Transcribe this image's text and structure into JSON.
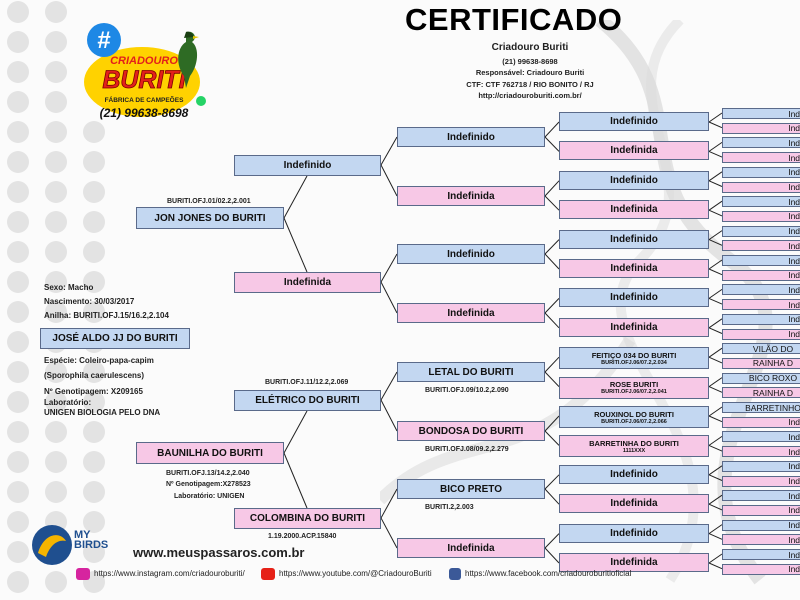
{
  "certificate": {
    "title": "CERTIFICADO"
  },
  "breeder": {
    "name": "Criadouro Buriti",
    "phone": "(21) 99638-8698",
    "responsible": "Responsável: Criadouro Buriti",
    "ctf": "CTF: CTF 762718 / RIO BONITO / RJ",
    "website": "http://criadouroburiti.com.br/"
  },
  "logo": {
    "hash": "#",
    "top": "CRIADOURO",
    "main": "BURITI",
    "tagline": "FÁBRICA DE CAMPEÕES",
    "phone": "(21) 99638-8698"
  },
  "bird": {
    "sex": "Sexo: Macho",
    "birth": "Nascimento: 30/03/2017",
    "ring": "Anilha: BURITI.OFJ.15/16.2,2.104",
    "name": "JOSÉ ALDO JJ DO BURITI",
    "species": "Espécie: Coleiro-papa-capim",
    "scientific": "(Sporophila caerulescens)",
    "genotyping": "Nº Genotipagem: X209165",
    "lab_label": "Laboratório:",
    "lab": "UNIGEN BIOLOGIA PELO DNA"
  },
  "tree": {
    "father": {
      "name": "JON JONES DO BURITI",
      "ring": "BURITI.OFJ.01/02.2,2.001"
    },
    "mother": {
      "name": "BAUNILHA DO BURITI",
      "ring": "BURITI.OFJ.13/14.2,2.040",
      "genotyping": "Nº Genotipagem:X278523",
      "lab": "Laboratório: UNIGEN"
    },
    "gen2": {
      "ff": "Indefinido",
      "fm": "Indefinida",
      "mf": {
        "name": "ELÉTRICO DO BURITI",
        "ring": "BURITI.OFJ.11/12.2,2.069"
      },
      "mm": {
        "name": "COLOMBINA DO BURITI",
        "ring": "1.19.2000.ACP.15840"
      }
    },
    "gen3": [
      {
        "name": "Indefinido",
        "ring": ""
      },
      {
        "name": "Indefinida",
        "ring": ""
      },
      {
        "name": "Indefinido",
        "ring": ""
      },
      {
        "name": "Indefinida",
        "ring": ""
      },
      {
        "name": "LETAL DO BURITI",
        "ring": "BURITI.OFJ.09/10.2,2.090"
      },
      {
        "name": "BONDOSA DO BURITI",
        "ring": "BURITI.OFJ.08/09.2,2.279"
      },
      {
        "name": "BICO PRETO",
        "ring": "BURITI.2,2.003"
      },
      {
        "name": "Indefinida",
        "ring": ""
      }
    ],
    "gen4": [
      {
        "name": "Indefinido",
        "ring": ""
      },
      {
        "name": "Indefinida",
        "ring": ""
      },
      {
        "name": "Indefinido",
        "ring": ""
      },
      {
        "name": "Indefinida",
        "ring": ""
      },
      {
        "name": "Indefinido",
        "ring": ""
      },
      {
        "name": "Indefinida",
        "ring": ""
      },
      {
        "name": "Indefinido",
        "ring": ""
      },
      {
        "name": "Indefinida",
        "ring": ""
      },
      {
        "name": "FEITIÇO 034 DO BURITI",
        "ring": "BURITI.OFJ.06/07.2,2.034"
      },
      {
        "name": "ROSE BURITI",
        "ring": "BURITI.OFJ.06/07.2,2.041"
      },
      {
        "name": "ROUXINOL DO BURITI",
        "ring": "BURITI.OFJ.06/07.2,2.066"
      },
      {
        "name": "BARRETINHA DO BURITI",
        "ring": "1111XXX"
      },
      {
        "name": "Indefinido",
        "ring": ""
      },
      {
        "name": "Indefinida",
        "ring": ""
      },
      {
        "name": "Indefinido",
        "ring": ""
      },
      {
        "name": "Indefinida",
        "ring": ""
      }
    ],
    "gen5": [
      "Indefi",
      "Indefi",
      "Indefi",
      "Indefi",
      "Indefi",
      "Indefi",
      "Indefi",
      "Indefi",
      "Indefi",
      "Indefi",
      "Indefi",
      "Indefi",
      "Indefi",
      "Indefi",
      "Indefi",
      "Indefi",
      "VILÃO DO",
      "RAINHA D",
      "BICO ROXO",
      "RAINHA D",
      "BARRETINHO",
      "Indefi",
      "Indefi",
      "Indefi",
      "Indefi",
      "Indefi",
      "Indefi",
      "Indefi",
      "Indefi",
      "Indefi",
      "Indefi",
      "Indefi"
    ]
  },
  "footer": {
    "mybirds_top": "MY",
    "mybirds_bottom": "BIRDS",
    "site": "www.meuspassaros.com.br",
    "instagram": "https://www.instagram.com/criadouroburiti/",
    "youtube": "https://www.youtube.com/@CriadouroBuriti",
    "facebook": "https://www.facebook.com/criadouroburitioficial"
  },
  "colors": {
    "male": "#c3d7f1",
    "female": "#f7c8e6",
    "logo_yellow": "#ffd200",
    "logo_red": "#e3201b"
  }
}
